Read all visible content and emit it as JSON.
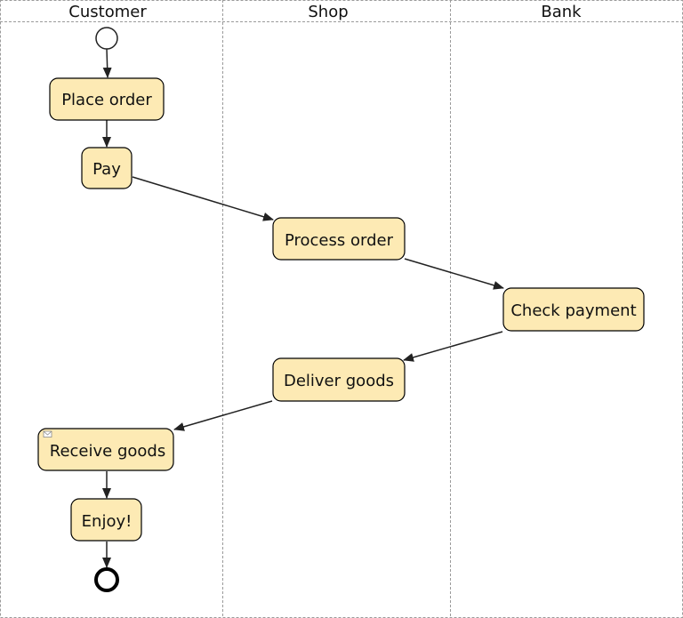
{
  "lanes": [
    "Customer",
    "Shop",
    "Bank"
  ],
  "tasks": {
    "place_order": "Place order",
    "pay": "Pay",
    "process_order": "Process order",
    "check_payment": "Check payment",
    "deliver_goods": "Deliver goods",
    "receive_goods": "Receive goods",
    "enjoy": "Enjoy!"
  },
  "colors": {
    "task_fill": "#fdeab4",
    "task_stroke": "#000000",
    "lane_border": "#9a9a9a",
    "arrow": "#222222"
  },
  "icons": {
    "start_event": "circle",
    "end_event": "bold-circle",
    "message": "envelope-icon"
  }
}
